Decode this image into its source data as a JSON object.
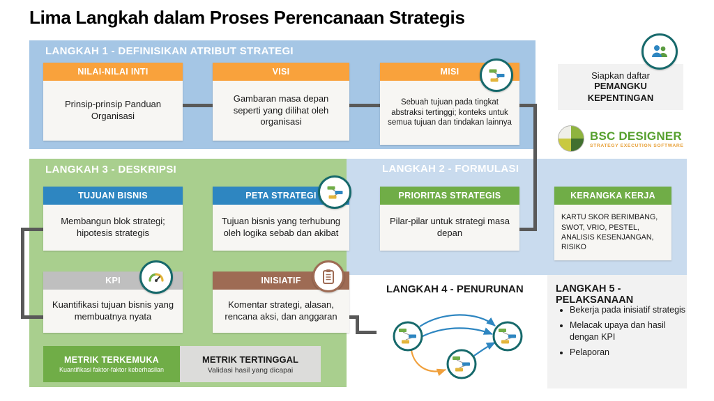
{
  "title": "Lima Langkah dalam Proses Perencanaan Strategis",
  "langkah1": {
    "header": "LANGKAH 1 - DEFINISIKAN ATRIBUT STRATEGI",
    "nilai": {
      "title": "NILAI-NILAI INTI",
      "body": "Prinsip-prinsip Panduan Organisasi"
    },
    "visi": {
      "title": "VISI",
      "body": "Gambaran masa depan seperti yang dilihat oleh organisasi"
    },
    "misi": {
      "title": "MISI",
      "body": "Sebuah tujuan pada tingkat abstraksi tertinggi; konteks untuk semua tujuan dan tindakan lainnya"
    }
  },
  "stakeholder": {
    "intro": "Siapkan daftar",
    "title": "PEMANGKU KEPENTINGAN"
  },
  "logo": {
    "name": "BSC DESIGNER",
    "tagline": "STRATEGY EXECUTION SOFTWARE"
  },
  "langkah2": {
    "header": "LANGKAH 2 - FORMULASI",
    "prioritas": {
      "title": "PRIORITAS STRATEGIS",
      "body": "Pilar-pilar untuk strategi masa depan"
    },
    "kerangka": {
      "title": "KERANGKA KERJA",
      "body": "KARTU SKOR BERIMBANG, SWOT, VRIO, PESTEL, ANALISIS KESENJANGAN, RISIKO"
    }
  },
  "langkah3": {
    "header": "LANGKAH 3 - DESKRIPSI",
    "tujuan": {
      "title": "TUJUAN BISNIS",
      "body": "Membangun blok strategi; hipotesis strategis"
    },
    "peta": {
      "title": "PETA STRATEGI",
      "body": "Tujuan bisnis yang terhubung oleh logika sebab dan akibat"
    },
    "kpi": {
      "title": "KPI",
      "body": "Kuantifikasi tujuan bisnis yang membuatnya nyata"
    },
    "inisiatif": {
      "title": "INISIATIF",
      "body": "Komentar strategi, alasan, rencana aksi, dan anggaran"
    },
    "metrik_terkemuka": {
      "title": "METRIK TERKEMUKA",
      "subtitle": "Kuantifikasi faktor-faktor keberhasilan"
    },
    "metrik_tertinggal": {
      "title": "METRIK TERTINGGAL",
      "subtitle": "Validasi hasil yang dicapai"
    }
  },
  "langkah4": {
    "header": "LANGKAH 4 - PENURUNAN"
  },
  "langkah5": {
    "header": "LANGKAH 5 - PELAKSANAAN",
    "bullets": [
      "Bekerja pada inisiatif strategis",
      "Melacak upaya dan hasil dengan KPI",
      "Pelaporan"
    ]
  },
  "icons": {
    "misi": "strategy-map-icon",
    "peta": "strategy-map-icon",
    "kpi": "gauge-icon",
    "inisiatif": "clipboard-icon",
    "stakeholder": "people-icon",
    "langkah4_nodes": "strategy-map-icon"
  },
  "colors": {
    "panel_langkah1": "#A5C6E5",
    "panel_langkah2": "#C9DBEE",
    "panel_langkah3": "#A9CF8E",
    "header_orange": "#F9A23C",
    "header_blue": "#2E86C1",
    "header_green": "#70AD47",
    "header_gray": "#BFBFBF",
    "header_brown": "#9E6B54",
    "connector": "#595959",
    "icon_ring_teal": "#16696B",
    "logo_green": "#56A02E",
    "logo_orange": "#E8A23C",
    "arrow_blue": "#2E86C1",
    "arrow_orange": "#F0A03C"
  }
}
